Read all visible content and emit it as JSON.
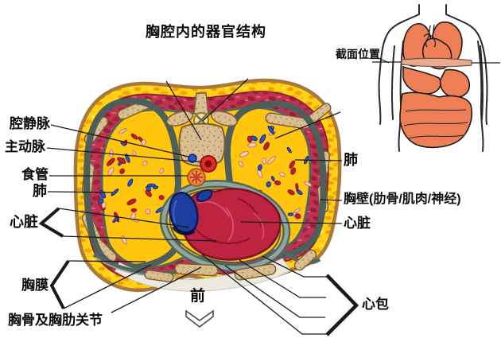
{
  "title": "胸腔内的器官结构",
  "inset": {
    "section_label": "截面位置"
  },
  "labels": {
    "vena_cava": "腔静脉",
    "aorta": "主动脉",
    "esophagus": "食管",
    "lung_left": "肺",
    "heart_left": "心脏",
    "pleura": "胸膜",
    "sternum_joint": "胸骨及胸肋关节",
    "front": "前",
    "lung_right": "肺",
    "chest_wall": "胸壁(肋骨/肌肉/神经)",
    "heart_right": "心脏",
    "pericardium": "心包"
  },
  "colors": {
    "fat_yellow": "#ffd313",
    "fat_orange": "#f59b00",
    "muscle_red": "#bf3350",
    "muscle_dark": "#9a1d39",
    "bone_tan": "#d9be92",
    "lung_pink": "#f6b79f",
    "pleura_gray": "#55665f",
    "heart_crimson": "#be2340",
    "vessel_blue": "#1d3da0",
    "aorta_red": "#e03024",
    "esophagus_orange": "#e87f2e",
    "inset_organ_orange": "#ee7e56",
    "label_black": "#0a0a0a",
    "section_band": "#e9aa8d"
  }
}
